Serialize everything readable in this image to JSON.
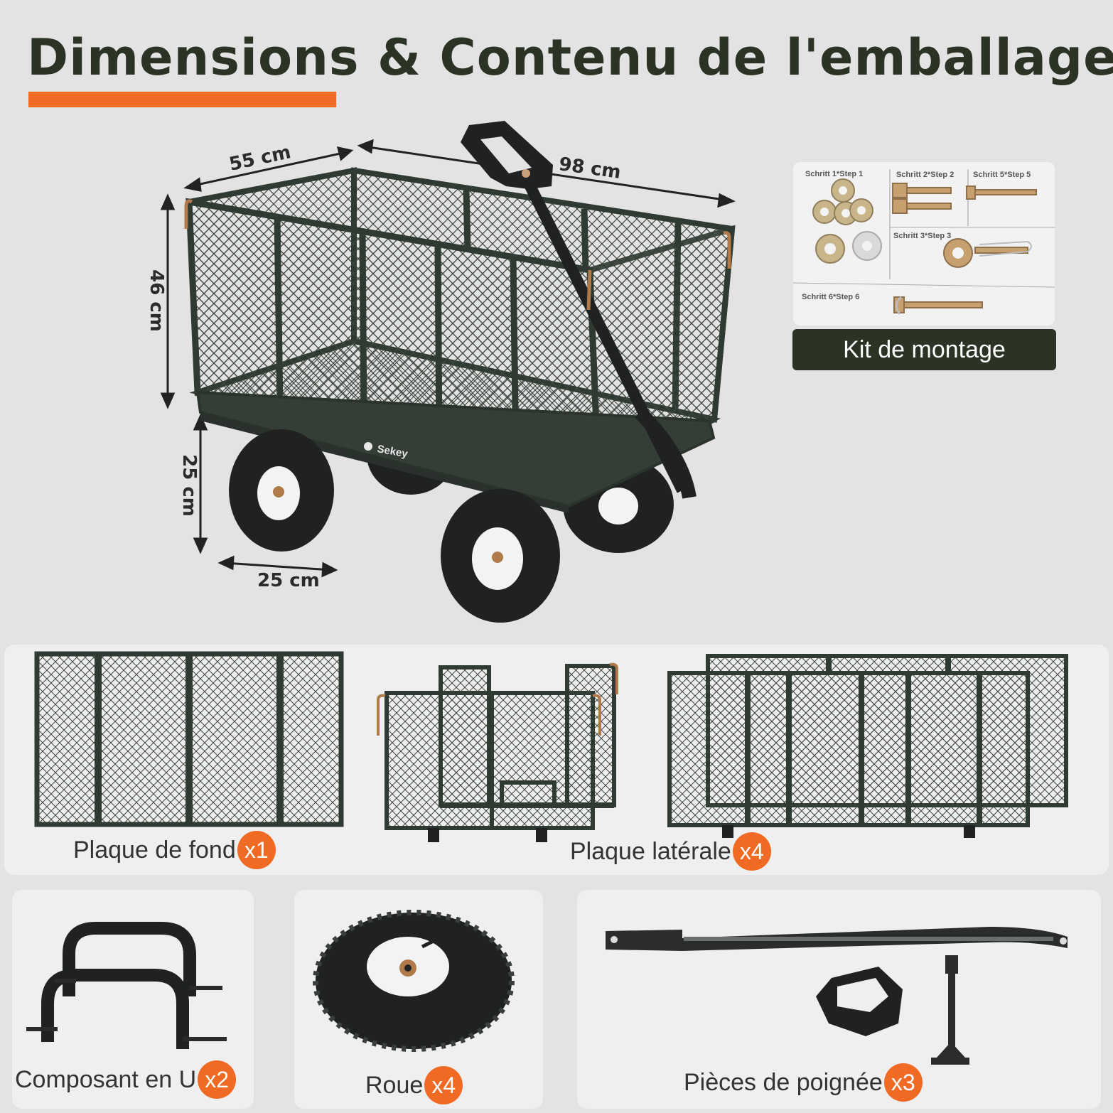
{
  "title": "Dimensions & Contenu de l'emballage",
  "dimensions": {
    "width": "55 cm",
    "length": "98 cm",
    "height": "46 cm",
    "wheel_height": "25 cm",
    "wheel_diameter": "25 cm"
  },
  "brand": "Sekey",
  "kit": {
    "label": "Kit de montage",
    "steps": [
      "Schritt 1*Step 1",
      "Schritt 2*Step 2",
      "Schritt 5*Step 5",
      "Schritt 3*Step 3",
      "Schritt 6*Step 6"
    ]
  },
  "parts": [
    {
      "name": "Plaque de fond",
      "qty": "x1"
    },
    {
      "name": "Plaque latérale",
      "qty": "x4"
    },
    {
      "name": "Composant en U",
      "qty": "x2"
    },
    {
      "name": "Roue",
      "qty": "x4"
    },
    {
      "name": "Pièces de poignée",
      "qty": "x3"
    }
  ],
  "colors": {
    "accent": "#f06a24",
    "title": "#2a3324",
    "frame": "#2f3a32",
    "kit_label_bg": "#2c3325"
  }
}
